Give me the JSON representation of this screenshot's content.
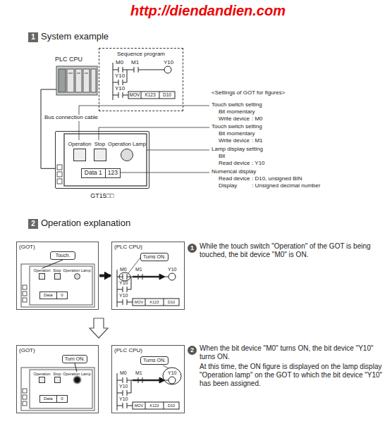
{
  "diagram": {
    "nodes": [
      {
        "text": [
          "PLC CPU"
        ]
      },
      {
        "text": [
          "Sequence program"
        ]
      },
      {
        "text": [
          "GT15□□"
        ]
      },
      {
        "text": [
          "Operation"
        ],
        "in": 2
      },
      {
        "text": [
          "Stop"
        ],
        "in": 2
      },
      {
        "text": [
          "Operation Lamp"
        ],
        "in": 2
      },
      {
        "text": [
          "Data 1",
          "123"
        ],
        "in": 2
      },
      {
        "text": [
          "(GOT)"
        ]
      },
      {
        "text": [
          "Touch."
        ],
        "in": 7
      },
      {
        "text": [
          "Operation"
        ],
        "in": 7
      },
      {
        "text": [
          "Stop"
        ],
        "in": 7
      },
      {
        "text": [
          "Operation Lamp"
        ],
        "in": 7
      },
      {
        "text": [
          "Data",
          "0"
        ],
        "in": 7
      },
      {
        "text": [
          "(PLC CPU)"
        ]
      },
      {
        "text": [
          "Turns ON."
        ],
        "in": 13
      },
      {
        "text": [
          "(GOT)"
        ]
      },
      {
        "text": [
          "Turn ON."
        ],
        "in": 15
      },
      {
        "text": [
          "Operation"
        ],
        "in": 15
      },
      {
        "text": [
          "Stop"
        ],
        "in": 15
      },
      {
        "text": [
          "Operation Lamp"
        ],
        "in": 15
      },
      {
        "text": [
          "Data",
          "0"
        ],
        "in": 15
      },
      {
        "text": [
          "(PLC CPU)"
        ]
      },
      {
        "text": [
          "Turns ON."
        ],
        "in": 21
      }
    ],
    "edges": [
      {
        "from": 0,
        "to": 2,
        "arrow": "none",
        "label": "Bus connection cable"
      },
      {
        "from": 7,
        "to": 13,
        "arrow": "to"
      },
      {
        "from": 8,
        "to": 9,
        "arrow": "none"
      },
      {
        "from": 16,
        "to": 19,
        "arrow": "none"
      }
    ],
    "labels": [
      "http://diendandien.com",
      "1",
      "System example",
      "M0",
      "M1",
      "Y10",
      "Y10",
      "Y10",
      "MOV",
      "K123",
      "D10",
      "<Settings of GOT for figures>",
      "Touch switch setting",
      "Bit momentary",
      "Write device",
      ": M0",
      "Touch switch setting",
      "Bit momentary",
      "Write device",
      ": M1",
      "Lamp display setting",
      "Bit",
      "Read device",
      ": Y10",
      "Numerical display",
      "Read device",
      ": D10, unsigned BIN",
      "Display",
      ": Unsigned decimal number",
      "2",
      "Operation explanation",
      "M0",
      "M1",
      "Y10",
      "Y10",
      "Y10",
      "MOV",
      "K123",
      "D10",
      "M0",
      "M1",
      "Y10",
      "Y10",
      "Y10",
      "MOV",
      "K123",
      "D10",
      "1",
      "While the touch switch \"Operation\" of the GOT is being touched, the bit device \"M0\" is ON.",
      "2",
      "When the bit device \"M0\" turns ON, the bit device \"Y10\" turns ON.",
      "At this time, the ON figure is displayed on the lamp display \"Operation lamp\" on the GOT to which the bit device \"Y10\" has been assigned."
    ]
  }
}
